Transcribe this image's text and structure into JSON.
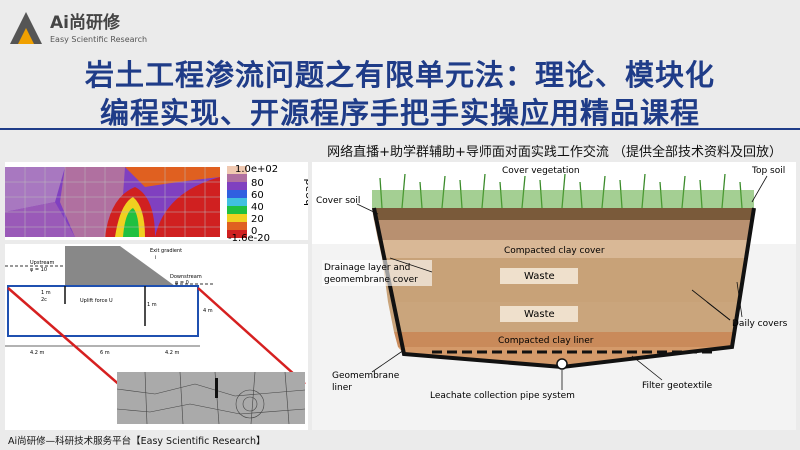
{
  "logo": {
    "name": "Ai尚研修",
    "tagline": "Easy Scientific Research"
  },
  "title": {
    "line1": "岩土工程渗流问题之有限单元法：理论、模块化",
    "line2": "编程实现、开源程序手把手实操应用精品课程"
  },
  "subtitle": "网络直播+助学群辅助+导师面对面实践工作交流 （提供全部技术资料及回放）",
  "footer": "Ai尚研修—科研技术服务平台【Easy Scientific Research】",
  "colorbar": {
    "labels": [
      "1.0e+02",
      "80",
      "60",
      "40",
      "20",
      "0",
      "-1.6e-20"
    ],
    "axis_label": "head",
    "colors": [
      "#f0c8b0",
      "#b070a0",
      "#8040c0",
      "#3060e0",
      "#40c0e0",
      "#20c040",
      "#f0d020",
      "#e06020",
      "#d02020"
    ]
  },
  "dam_figure": {
    "upstream": "Upstream",
    "upstream_phi": "φ = 10",
    "exit_gradient": "Exit gradient",
    "exit_i": "i",
    "downstream": "Downstream",
    "downstream_phi": "φ = 0",
    "uplift": "Uplift force U",
    "dim_1m": "1 m",
    "dim_4m": "4 m",
    "dim_42a": "4.2 m",
    "dim_6m": "6 m",
    "dim_42b": "4.2 m",
    "dim_1m_b": "1 m",
    "dim_2c": "2c"
  },
  "landfill": {
    "cover_vegetation": "Cover vegetation",
    "top_soil": "Top soil",
    "cover_soil": "Cover soil",
    "compacted_clay_cover": "Compacted clay cover",
    "drainage": "Drainage layer and",
    "drainage2": "geomembrane cover",
    "waste1": "Waste",
    "waste2": "Waste",
    "daily_covers": "Daily covers",
    "compacted_clay_liner": "Compacted clay liner",
    "geomembrane": "Geomembrane",
    "geomembrane2": "liner",
    "leachate": "Leachate collection pipe system",
    "filter": "Filter geotextile"
  },
  "colors": {
    "title": "#1f3c88",
    "accent_red": "#d62020"
  }
}
